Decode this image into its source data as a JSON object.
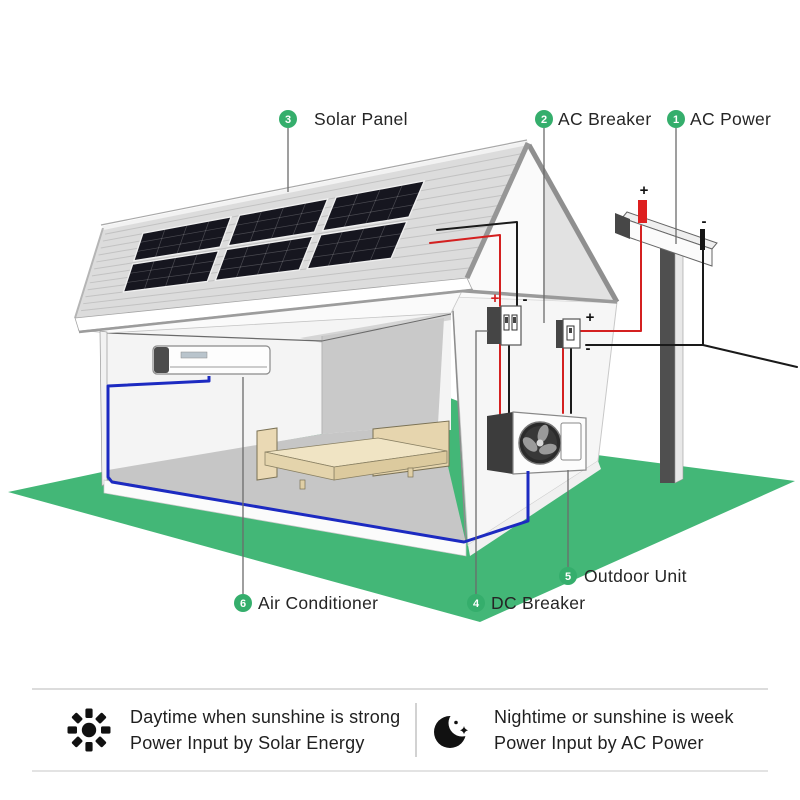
{
  "diagram": {
    "labels": [
      {
        "num": "1",
        "name": "AC Power"
      },
      {
        "num": "2",
        "name": "AC Breaker"
      },
      {
        "num": "3",
        "name": "Solar Panel"
      },
      {
        "num": "4",
        "name": "DC Breaker"
      },
      {
        "num": "5",
        "name": "Outdoor Unit"
      },
      {
        "num": "6",
        "name": "Air Conditioner"
      }
    ],
    "polarity": {
      "plus": "+",
      "minus": "-"
    }
  },
  "legend": {
    "day": {
      "icon": "sun-icon",
      "line1": "Daytime when sunshine is strong",
      "line2": "Power Input by Solar Energy"
    },
    "night": {
      "icon": "moon-icon",
      "line1": "Nightime or sunshine is week",
      "line2": "Power Input by AC Power"
    }
  },
  "colors": {
    "badge_green": "#35ae6c",
    "ground_green": "#43b777",
    "wire_red": "#d42020",
    "wire_black": "#1a1a1a",
    "wire_blue": "#1c2ac1",
    "panel_dark": "#16161f"
  }
}
